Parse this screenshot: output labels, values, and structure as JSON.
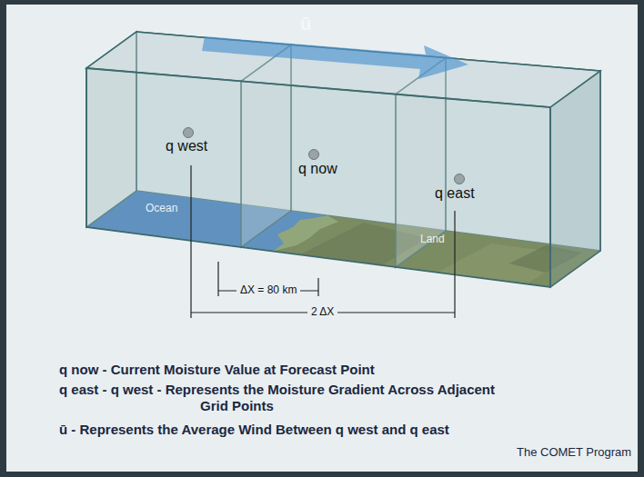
{
  "diagram": {
    "labels": [
      "ū",
      "q west",
      "q now",
      "q east",
      "Ocean",
      "Land",
      "ΔX = 80 km",
      "2 ΔX",
      "q now - Current Moisture Value at Forecast Point",
      "q east - q west - Represents the Moisture Gradient Across Adjacent Grid Points",
      "ū - Represents the Average Wind Between q west and q east",
      "The COMET Program"
    ]
  }
}
